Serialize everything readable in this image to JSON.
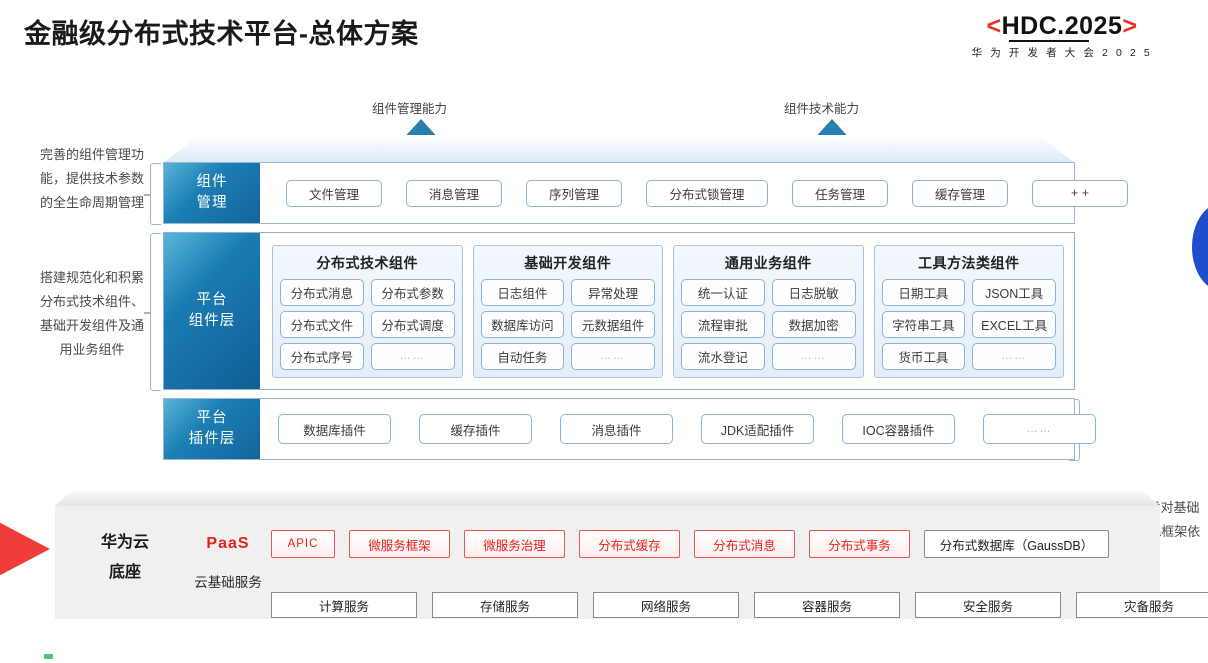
{
  "header": {
    "title": "金融级分布式技术平台-总体方案",
    "logo_main_pre": "<",
    "logo_main_text": "HDC.2025",
    "logo_main_post": ">",
    "logo_sub": "华 为 开 发 者 大 会 2 0 2 5",
    "accent_red": "#e2231a"
  },
  "arrows": [
    {
      "label": "组件管理能力"
    },
    {
      "label": "组件技术能力"
    }
  ],
  "notes": {
    "left_top": "完善的组件管理功能，提供技术参数的全生命周期管理",
    "left_mid": "搭建规范化和积累分布式技术组件、基础开发组件及通用业务组件",
    "right_bottom": "解耦应用开发对基础中间件及Java框架依赖"
  },
  "layers": {
    "component_mgmt": {
      "label_line1": "组件",
      "label_line2": "管理",
      "items": [
        "文件管理",
        "消息管理",
        "序列管理",
        "分布式锁管理",
        "任务管理",
        "缓存管理",
        "+ +"
      ]
    },
    "platform_component": {
      "label_line1": "平台",
      "label_line2": "组件层",
      "groups": [
        {
          "title": "分布式技术组件",
          "items": [
            "分布式消息",
            "分布式参数",
            "分布式文件",
            "分布式调度",
            "分布式序号",
            "……"
          ]
        },
        {
          "title": "基础开发组件",
          "items": [
            "日志组件",
            "异常处理",
            "数据库访问",
            "元数据组件",
            "自动任务",
            "……"
          ]
        },
        {
          "title": "通用业务组件",
          "items": [
            "统一认证",
            "日志脱敏",
            "流程审批",
            "数据加密",
            "流水登记",
            "……"
          ]
        },
        {
          "title": "工具方法类组件",
          "items": [
            "日期工具",
            "JSON工具",
            "字符串工具",
            "EXCEL工具",
            "货币工具",
            "……"
          ]
        }
      ]
    },
    "platform_plugin": {
      "label_line1": "平台",
      "label_line2": "插件层",
      "items": [
        "数据库插件",
        "缓存插件",
        "消息插件",
        "JDK适配插件",
        "IOC容器插件",
        "……"
      ]
    }
  },
  "cloud_base": {
    "label_line1": "华为云",
    "label_line2": "底座",
    "paas_label": "PaaS",
    "infra_label": "云基础服务",
    "paas_items": [
      "APIC",
      "微服务框架",
      "微服务治理",
      "分布式缓存",
      "分布式消息",
      "分布式事务"
    ],
    "paas_db": "分布式数据库（GaussDB）",
    "infra_items": [
      "计算服务",
      "存储服务",
      "网络服务",
      "容器服务",
      "安全服务",
      "灾备服务"
    ]
  }
}
